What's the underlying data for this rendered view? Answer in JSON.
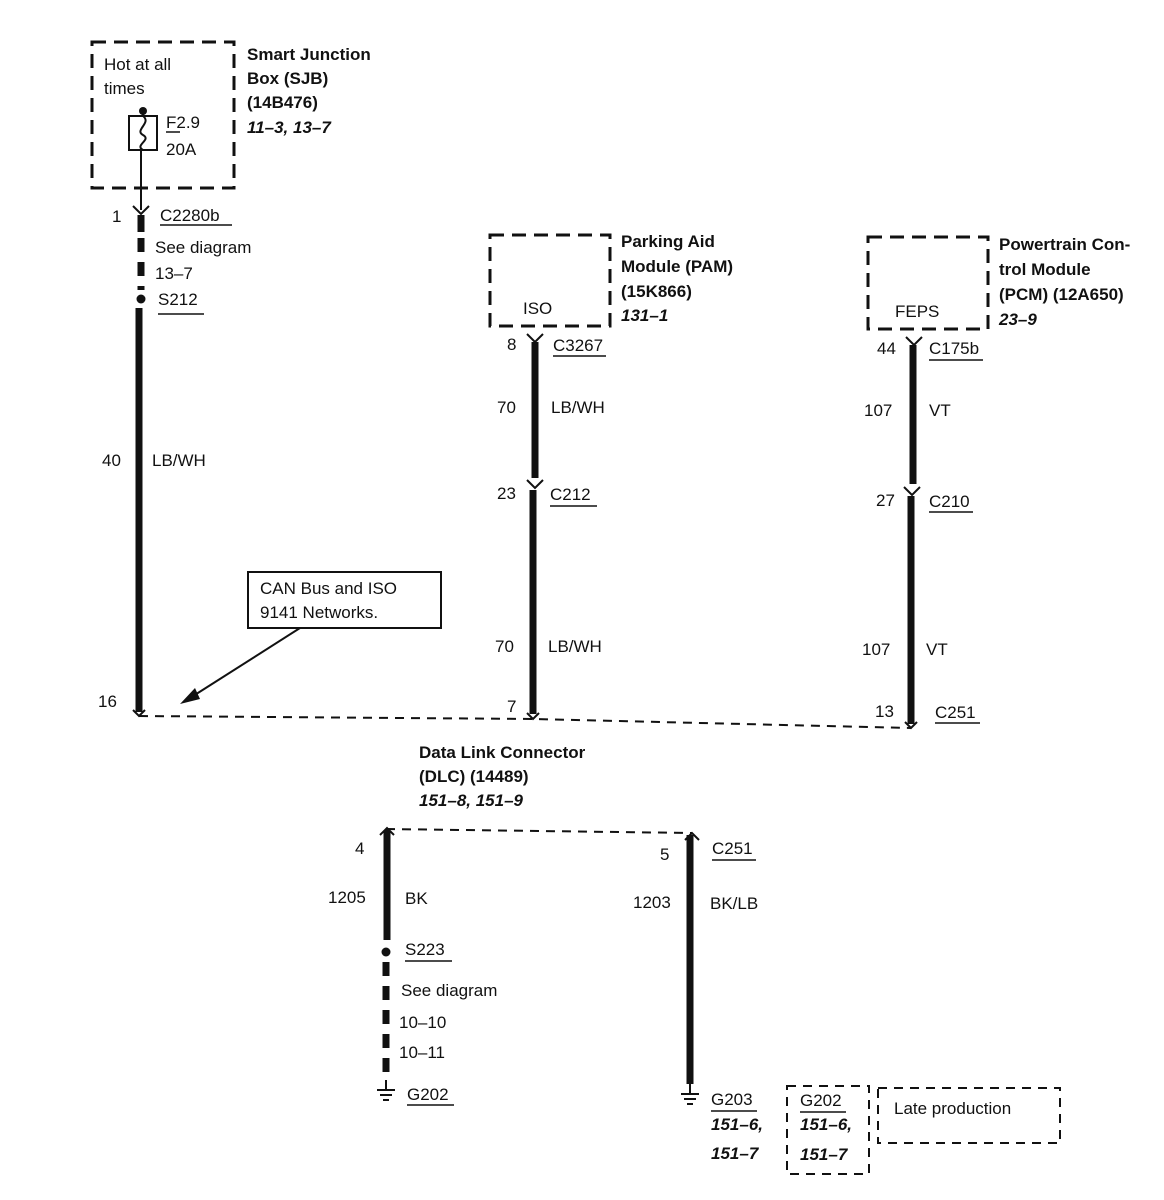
{
  "sjb": {
    "note_line1": "Hot at all",
    "note_line2": "times",
    "fuse_id": "F2.9",
    "fuse_rating": "20A",
    "title_line1": "Smart Junction",
    "title_line2": "Box (SJB)",
    "title_line3": "(14B476)",
    "ref": "11–3, 13–7"
  },
  "wire_left": {
    "pin_top": "1",
    "connector_top": "C2280b",
    "see_line1": "See diagram",
    "see_line2": "13–7",
    "splice": "S212",
    "circuit": "40",
    "color": "LB/WH",
    "pin_bottom": "16"
  },
  "callout": {
    "line1": "CAN Bus and ISO",
    "line2": "9141 Networks."
  },
  "pam": {
    "title_line1": "Parking Aid",
    "title_line2": "Module (PAM)",
    "title_line3": "(15K866)",
    "ref": "131–1",
    "pin_label": "ISO",
    "pin1": "8",
    "connector1": "C3267",
    "circuit1": "70",
    "color1": "LB/WH",
    "pin2": "23",
    "connector2": "C212",
    "circuit2": "70",
    "color2": "LB/WH",
    "pin_bottom": "7"
  },
  "pcm": {
    "title_line1": "Powertrain Con-",
    "title_line2": "trol Module",
    "title_line3": "(PCM) (12A650)",
    "ref": "23–9",
    "pin_label": "FEPS",
    "pin1": "44",
    "connector1": "C175b",
    "circuit1": "107",
    "color1": "VT",
    "pin2": "27",
    "connector2": "C210",
    "circuit2": "107",
    "color2": "VT",
    "pin_bottom": "13",
    "connector_bottom": "C251"
  },
  "dlc": {
    "title_line1": "Data Link Connector",
    "title_line2": "(DLC) (14489)",
    "ref": "151–8, 151–9"
  },
  "ground_left": {
    "pin": "4",
    "circuit": "1205",
    "color": "BK",
    "splice": "S223",
    "see_line1": "See diagram",
    "see_line2": "10–10",
    "see_line3": "10–11",
    "ground": "G202"
  },
  "ground_right": {
    "pin": "5",
    "connector": "C251",
    "circuit": "1203",
    "color": "BK/LB",
    "ground": "G203",
    "ref_line1": "151–6,",
    "ref_line2": "151–7"
  },
  "late": {
    "ground": "G202",
    "ref_line1": "151–6,",
    "ref_line2": "151–7",
    "note": "Late production"
  }
}
